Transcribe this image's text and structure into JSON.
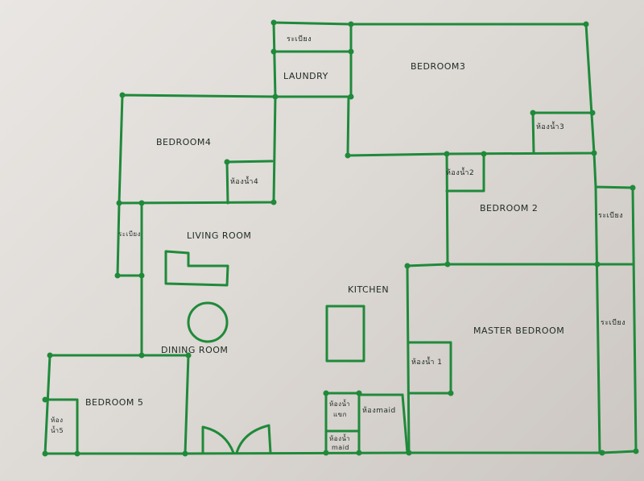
{
  "rooms": {
    "balcony_top": "ระเบียง",
    "laundry": "LAUNDRY",
    "bedroom3": "BEDROOM3",
    "bath3": "ห้องน้ำ3",
    "bedroom4": "BEDROOM4",
    "bath4": "ห้องน้ำ4",
    "bath2": "ห้องน้ำ2",
    "bedroom2": "BEDROOM 2",
    "balcony_right_upper": "ระเบียง",
    "balcony_left": "ระเบียง",
    "living_room": "LIVING ROOM",
    "kitchen": "KITCHEN",
    "master_bedroom": "MASTER BEDROOM",
    "balcony_right_lower": "ระเบียง",
    "dining_room": "DINING ROOM",
    "bath1": "ห้องน้ำ 1",
    "bedroom5": "BEDROOM 5",
    "bath5_line1": "ห้อง",
    "bath5_line2": "น้ำ5",
    "maid_bath_line1": "ห้องน้ำ",
    "maid_bath_line2": "แขก",
    "maid_room": "ห้องmaid",
    "maid_bath2_line1": "ห้องน้ำ",
    "maid_bath2_line2": "maid"
  },
  "colors": {
    "ink": "#1f8a3a",
    "paper": "#e4e0dc"
  }
}
